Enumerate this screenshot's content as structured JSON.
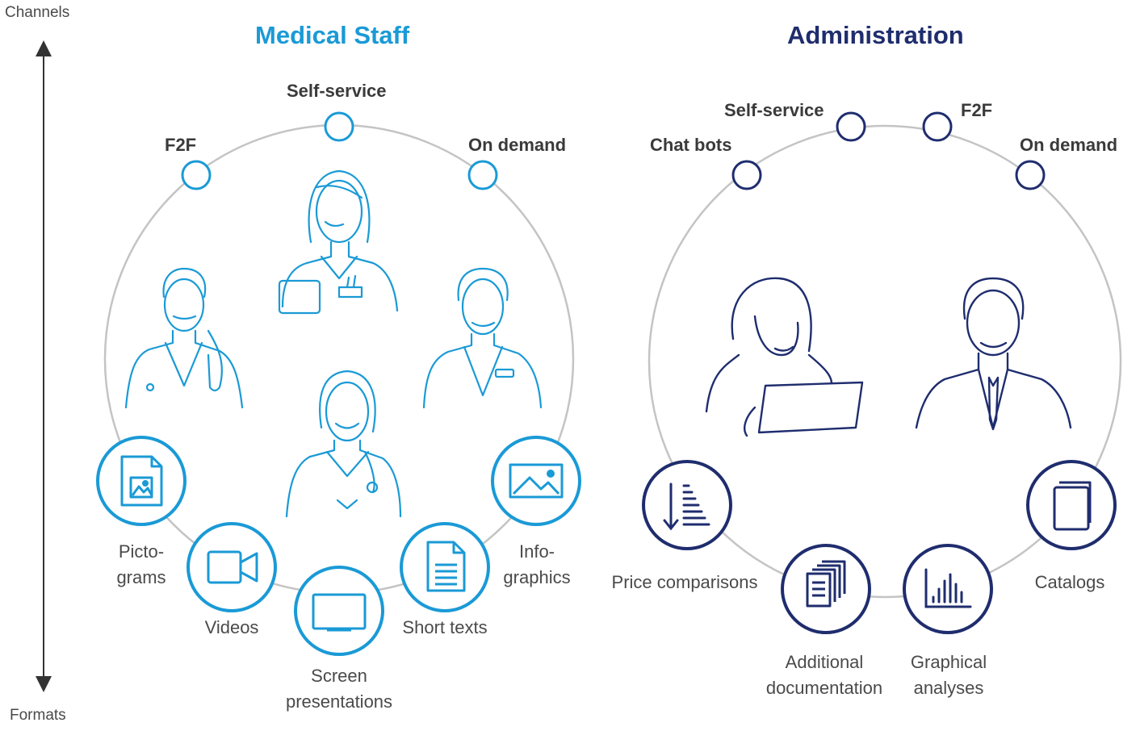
{
  "axis": {
    "top_label": "Channels",
    "bottom_label": "Formats"
  },
  "medical": {
    "title": "Medical Staff",
    "color": "#1a9ad6",
    "channels": [
      "Self-service",
      "F2F",
      "On demand"
    ],
    "formats": {
      "pictograms": [
        "Picto-",
        "grams"
      ],
      "videos": "Videos",
      "screen": [
        "Screen",
        "presentations"
      ],
      "short_texts": "Short texts",
      "infographics": [
        "Info-",
        "graphics"
      ]
    }
  },
  "administration": {
    "title": "Administration",
    "color": "#1f2d6e",
    "channels": [
      "Self-service",
      "F2F",
      "Chat bots",
      "On demand"
    ],
    "formats": {
      "price": "Price comparisons",
      "additional": [
        "Additional",
        "documentation"
      ],
      "graphical": [
        "Graphical",
        "analyses"
      ],
      "catalogs": "Catalogs"
    }
  },
  "colors": {
    "ring": "#c4c4c4",
    "axis": "#333333",
    "text": "#3a3a3a"
  }
}
